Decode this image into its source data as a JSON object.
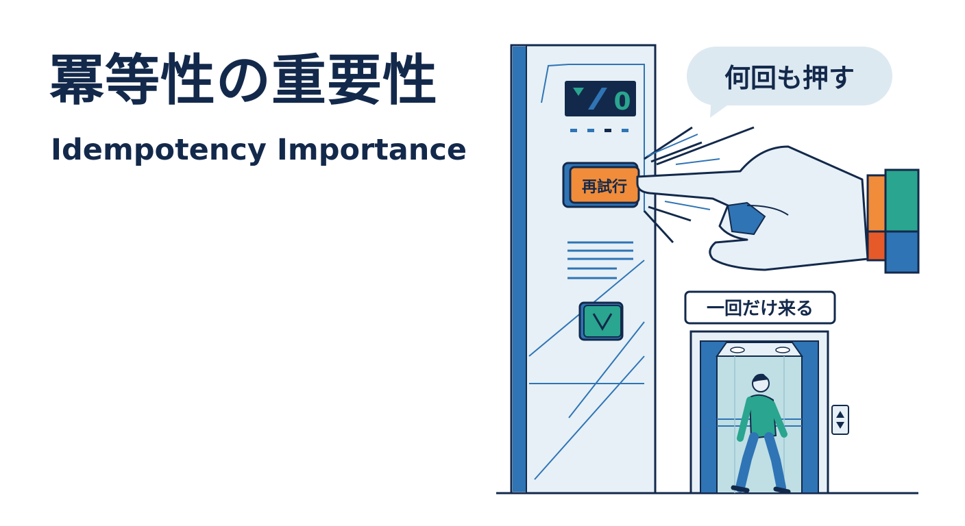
{
  "title": {
    "japanese": "冪等性の重要性",
    "english": "Idempotency Importance"
  },
  "panel": {
    "display_digit": "0",
    "retry_button_label": "再試行"
  },
  "speech_bubble": {
    "text": "何回も押す"
  },
  "elevator": {
    "sign_text": "一回だけ来る"
  },
  "colors": {
    "navy": "#13294b",
    "panel_fill": "#e6f0f6",
    "accent_blue": "#2f74b5",
    "retry_orange": "#f08c3a",
    "teal": "#2aa58f",
    "bubble_fill": "#dde9f1"
  }
}
